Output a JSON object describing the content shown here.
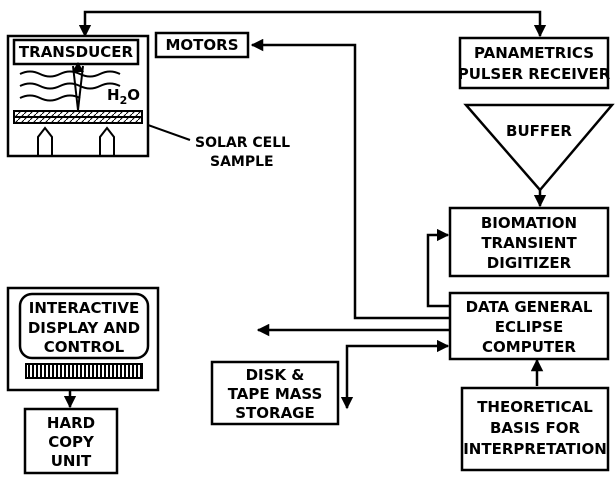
{
  "blocks": {
    "transducer": "TRANSDUCER",
    "motors": "MOTORS",
    "water": "H",
    "water_sub": "2",
    "water_tail": "O",
    "solar_1": "SOLAR CELL",
    "solar_2": "SAMPLE",
    "pulser_1": "PANAMETRICS",
    "pulser_2": "PULSER RECEIVER",
    "buffer": "BUFFER",
    "digitizer_1": "BIOMATION",
    "digitizer_2": "TRANSIENT",
    "digitizer_3": "DIGITIZER",
    "computer_1": "DATA GENERAL",
    "computer_2": "ECLIPSE",
    "computer_3": "COMPUTER",
    "display_1": "INTERACTIVE",
    "display_2": "DISPLAY AND",
    "display_3": "CONTROL",
    "storage_1": "DISK &",
    "storage_2": "TAPE MASS",
    "storage_3": "STORAGE",
    "theory_1": "THEORETICAL",
    "theory_2": "BASIS FOR",
    "theory_3": "INTERPRETATION",
    "hardcopy_1": "HARD",
    "hardcopy_2": "COPY",
    "hardcopy_3": "UNIT"
  }
}
